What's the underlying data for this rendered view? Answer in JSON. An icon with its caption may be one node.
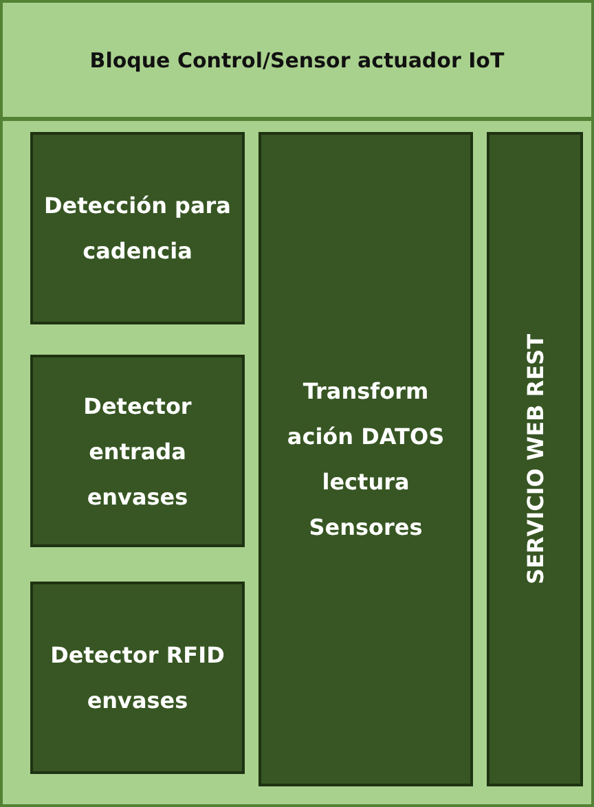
{
  "diagram": {
    "nodes": [
      {
        "text": [
          "Bloque Control/Sensor actuador IoT"
        ]
      },
      {
        "text": [
          "Detección para cadencia"
        ],
        "in": 0
      },
      {
        "text": [
          "Detector entrada envases"
        ],
        "in": 0
      },
      {
        "text": [
          "Detector RFID envases"
        ],
        "in": 0
      },
      {
        "text": [
          "Transform ación DATOS lectura Sensores"
        ],
        "in": 0
      },
      {
        "text": [
          "SERVICIO WEB REST"
        ],
        "in": 0
      }
    ]
  }
}
